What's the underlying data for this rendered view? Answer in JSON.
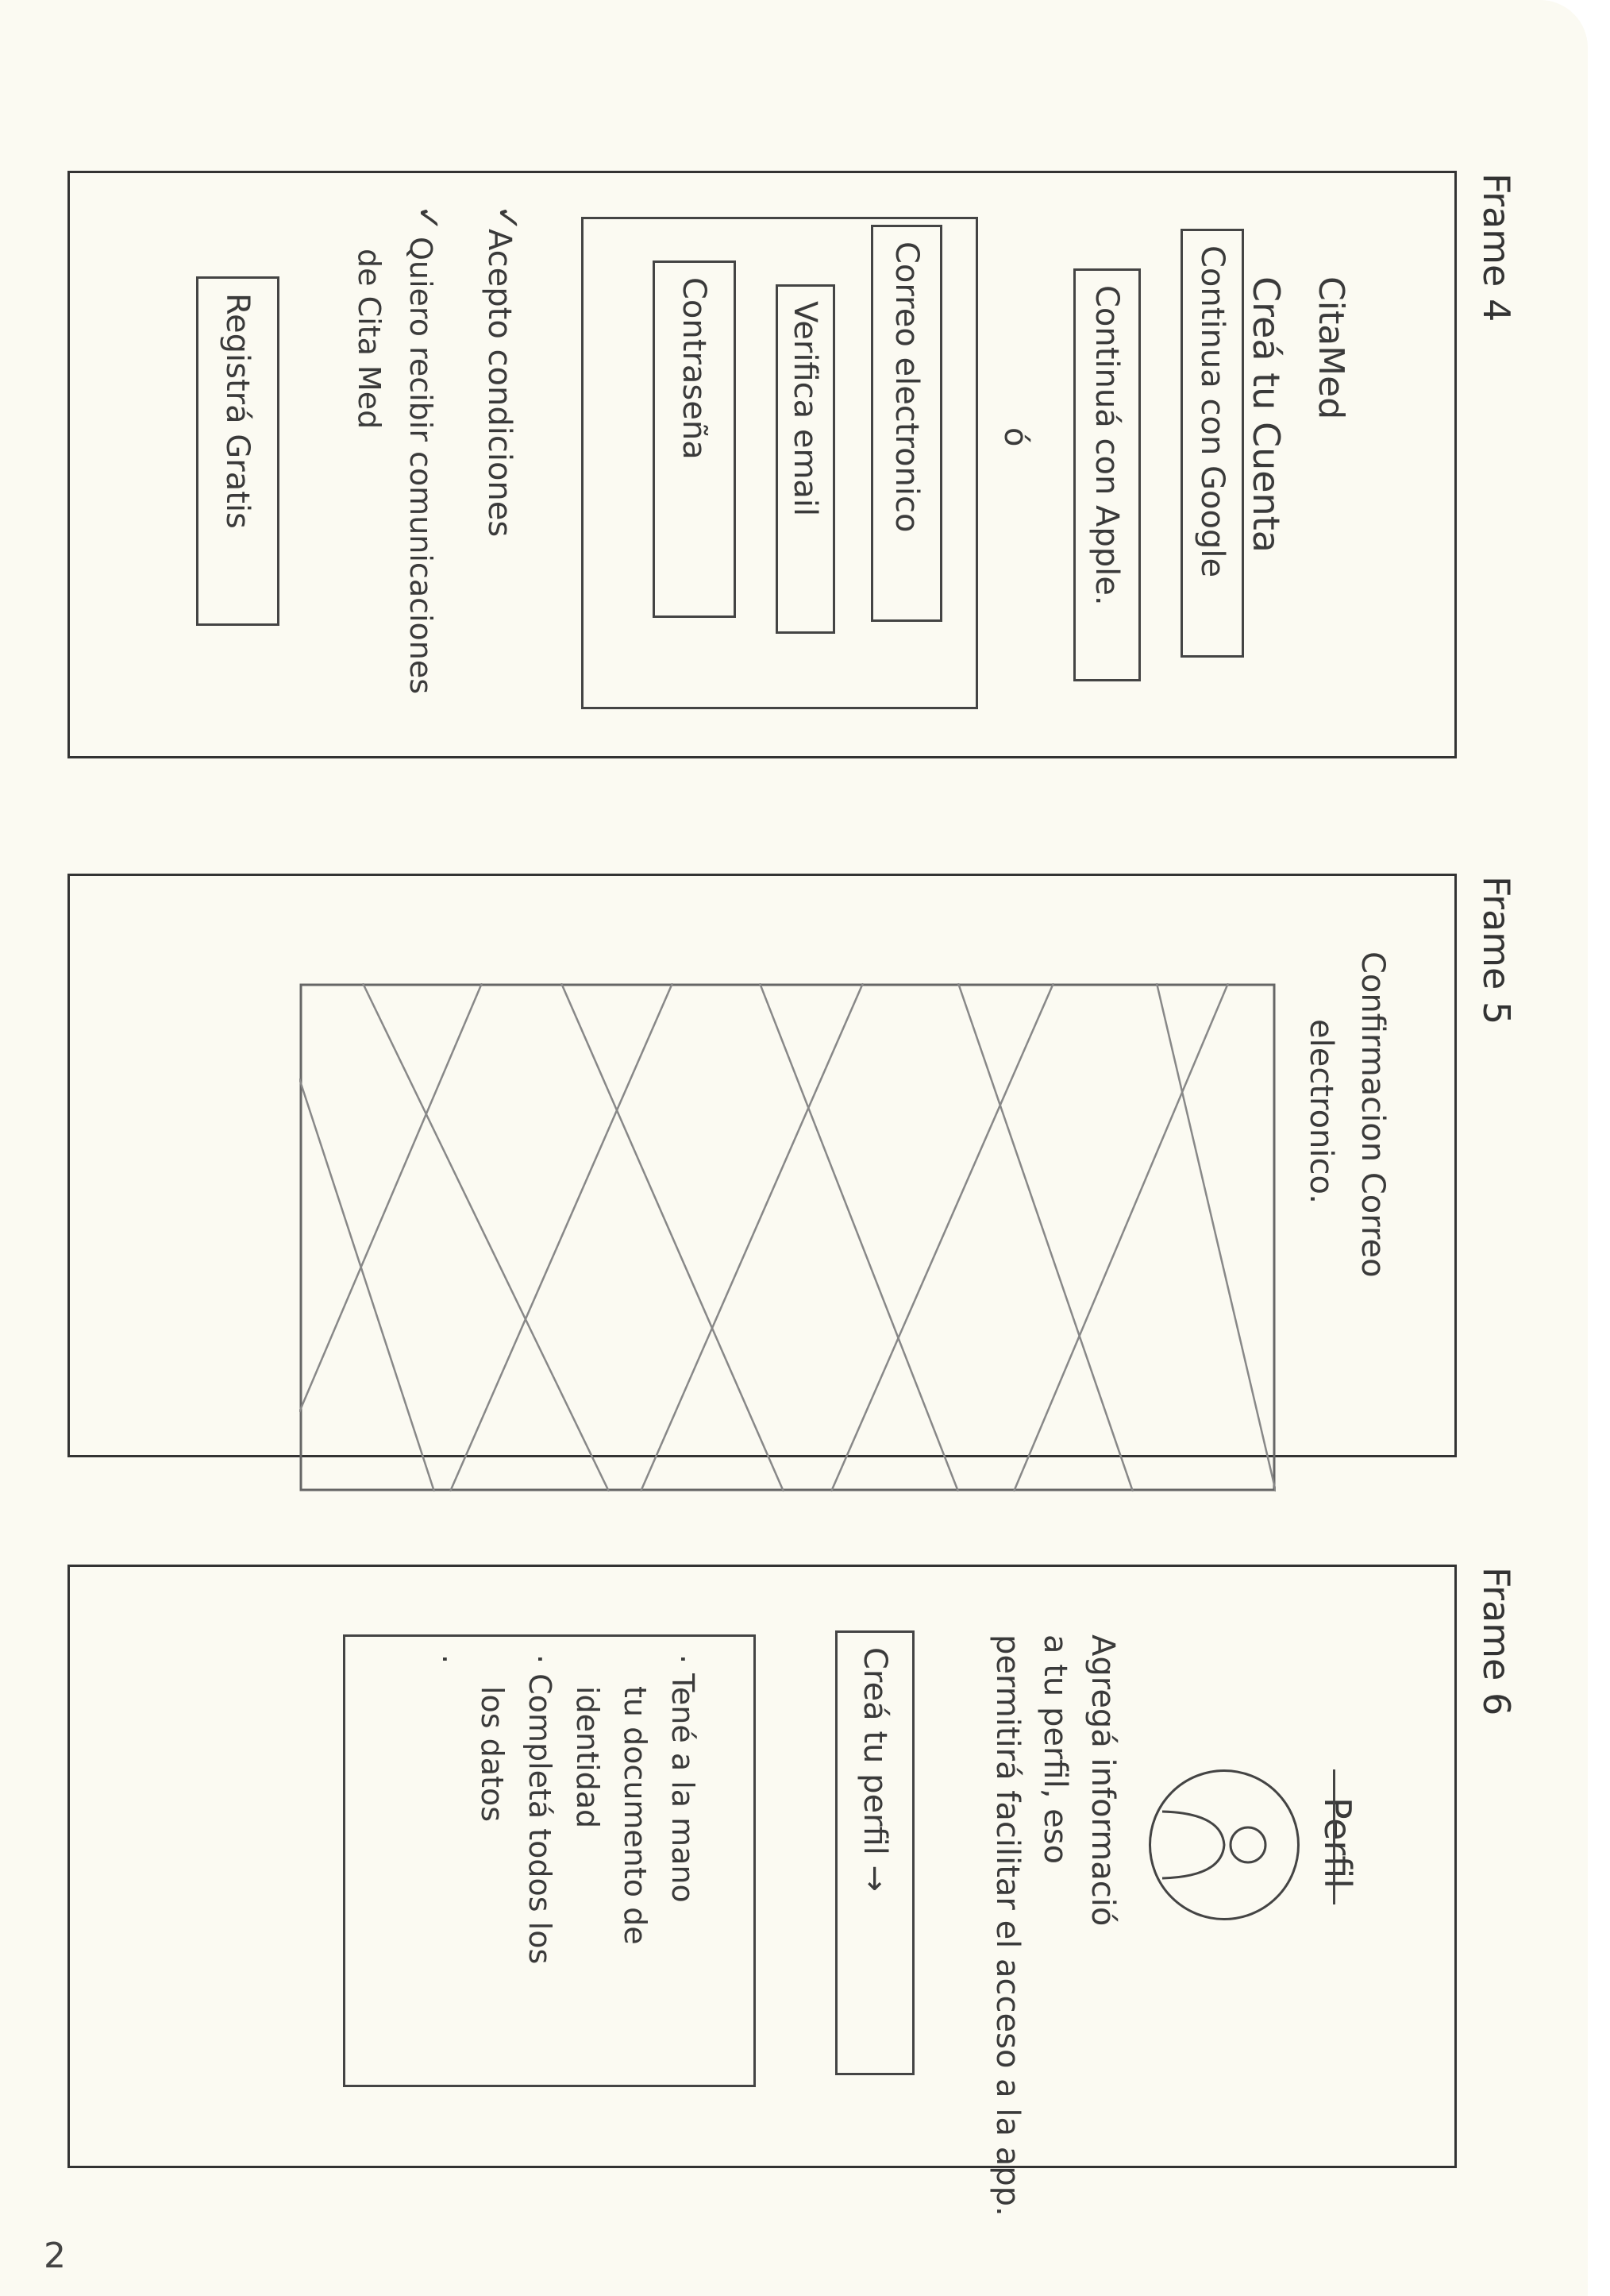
{
  "page_number": "2",
  "frames": {
    "frame4": {
      "label": "Frame 4",
      "app_title": "CitaMed",
      "title": "Creá tu Cuenta",
      "google_button": "Continua con Google",
      "apple_button": "Continuá con Apple.",
      "or_separator": "ó",
      "email_field": "Correo electronico",
      "verify_field": "Verifica email",
      "password_field": "Contraseña",
      "terms_checkbox": "Acepto condiciones",
      "comms_checkbox_line1": "Quiero recibir comunicaciones",
      "comms_checkbox_line2": "de Cita Med",
      "register_button": "Registrá Gratis"
    },
    "frame5": {
      "label": "Frame 5",
      "caption_line1": "Confirmacion Correo",
      "caption_line2": "electronico."
    },
    "frame6": {
      "label": "Frame 6",
      "title": "Perfil",
      "description_line1": "Agregá informació",
      "description_line2": "a tu perfil, eso",
      "description_line3": "permitirá facilitar el acceso a la app.",
      "cta_button": "Creá tu perfil →",
      "tip1_line1": "· Tené a la mano",
      "tip1_line2": "tu documento de",
      "tip1_line3": "identidad",
      "tip2_line1": "· Completá todos los",
      "tip2_line2": "los datos",
      "tip3": "·"
    }
  }
}
